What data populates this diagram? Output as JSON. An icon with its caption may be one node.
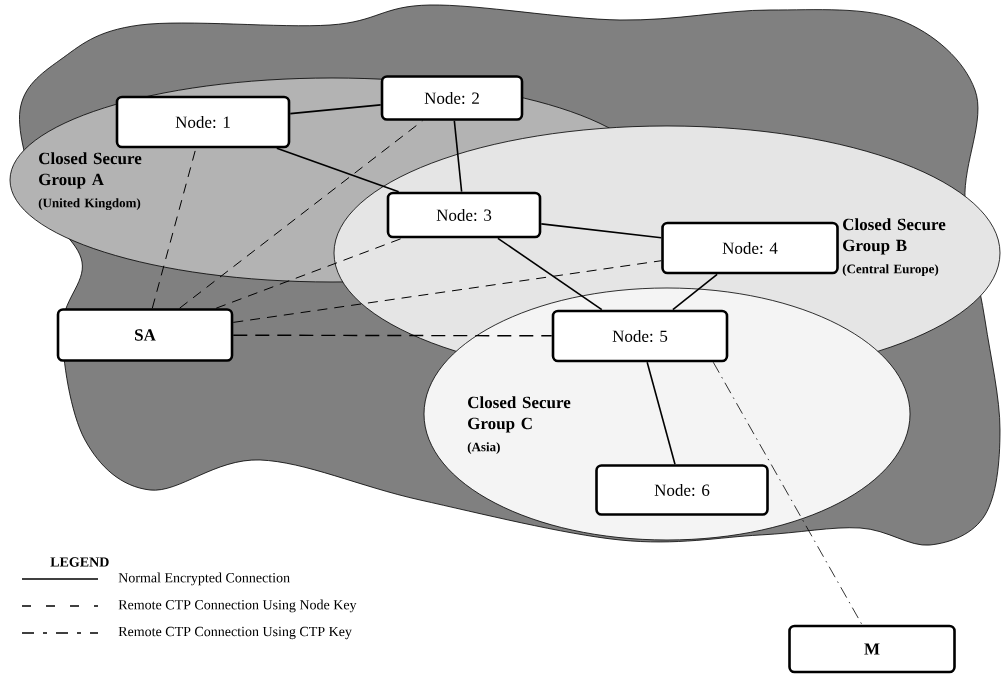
{
  "diagram": {
    "nodes": [
      {
        "text": [
          "Closed Secure Group A",
          "(United Kingdom)"
        ]
      },
      {
        "text": [
          "Node: 1"
        ],
        "in": 0
      },
      {
        "text": [
          "Node: 2"
        ],
        "in": 0
      },
      {
        "text": [
          "Closed Secure Group B",
          "(Central Europe)"
        ]
      },
      {
        "text": [
          "Node: 3"
        ]
      },
      {
        "text": [
          "Node: 4"
        ],
        "in": 3
      },
      {
        "text": [
          "Closed Secure Group C",
          "(Asia)"
        ]
      },
      {
        "text": [
          "Node: 5"
        ]
      },
      {
        "text": [
          "Node: 6"
        ],
        "in": 6
      },
      {
        "text": [
          "SA"
        ]
      },
      {
        "text": [
          "M"
        ]
      }
    ],
    "edges": [
      {
        "from": 1,
        "to": 2,
        "arrow": "none"
      },
      {
        "from": 1,
        "to": 4,
        "arrow": "none"
      },
      {
        "from": 2,
        "to": 4,
        "arrow": "none"
      },
      {
        "from": 4,
        "to": 5,
        "arrow": "none"
      },
      {
        "from": 4,
        "to": 7,
        "arrow": "none"
      },
      {
        "from": 5,
        "to": 7,
        "arrow": "none"
      },
      {
        "from": 7,
        "to": 8,
        "arrow": "none"
      },
      {
        "from": 9,
        "to": 1,
        "arrow": "none",
        "style": "dashed"
      },
      {
        "from": 9,
        "to": 2,
        "arrow": "none",
        "style": "dashed"
      },
      {
        "from": 9,
        "to": 4,
        "arrow": "none",
        "style": "dashed"
      },
      {
        "from": 9,
        "to": 5,
        "arrow": "none",
        "style": "dashed"
      },
      {
        "from": 9,
        "to": 7,
        "arrow": "none",
        "style": "dashed"
      },
      {
        "from": 7,
        "to": 10,
        "arrow": "none",
        "style": "dashed"
      }
    ],
    "labels": [
      "LEGEND"
    ],
    "legend": [
      {
        "text": "Normal Encrypted Connection"
      },
      {
        "text": "Remote CTP Connection Using Node Key"
      },
      {
        "text": "Remote CTP Connection Using CTP Key"
      }
    ]
  }
}
